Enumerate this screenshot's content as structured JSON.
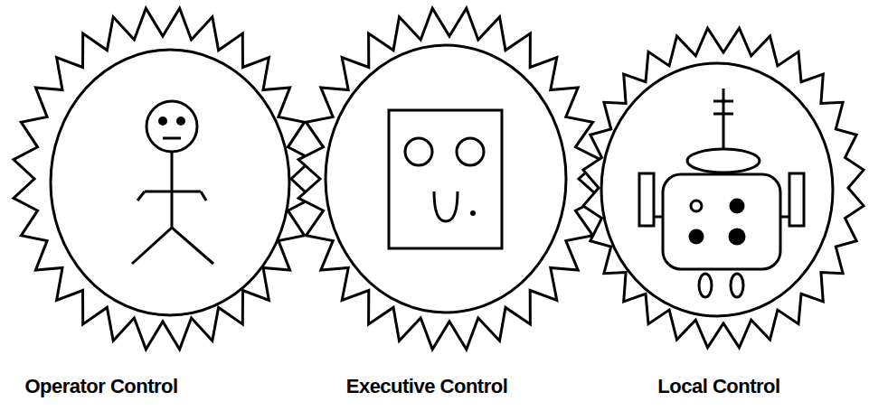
{
  "diagram": {
    "nodes": [
      {
        "text": [
          "Operator Control"
        ]
      },
      {
        "text": [
          "Executive Control"
        ]
      },
      {
        "text": [
          "Local Control"
        ]
      }
    ]
  }
}
